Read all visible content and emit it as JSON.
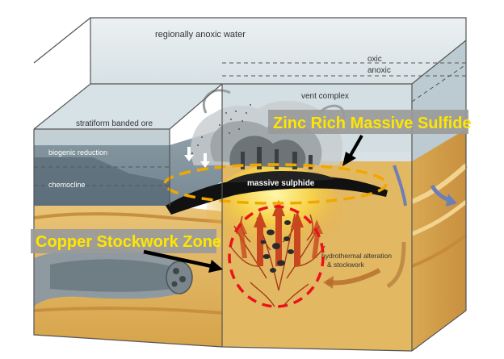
{
  "labels": {
    "regional_water": "regionally anoxic water",
    "oxic": "oxic",
    "anoxic": "anoxic",
    "vent_complex": "vent complex",
    "stratiform_ore": "stratiform banded ore",
    "biogenic_reduction": "biogenic reduction",
    "chemocline": "chemocline",
    "massive_sulphide": "massive sulphide",
    "hydrothermal_line1": "hydrothermal alteration",
    "hydrothermal_line2": "& stockwork"
  },
  "callouts": {
    "zinc": "Zinc Rich Massive Sulfide",
    "copper": "Copper Stockwork Zone"
  },
  "colors": {
    "callout_text": "#ffe600",
    "callout_bg": "#9a9a9a",
    "ore_ring": "#f0a800",
    "stockwork_ring": "#e8141c",
    "sediment": "#e0b660",
    "water": "#c9d6dc"
  }
}
